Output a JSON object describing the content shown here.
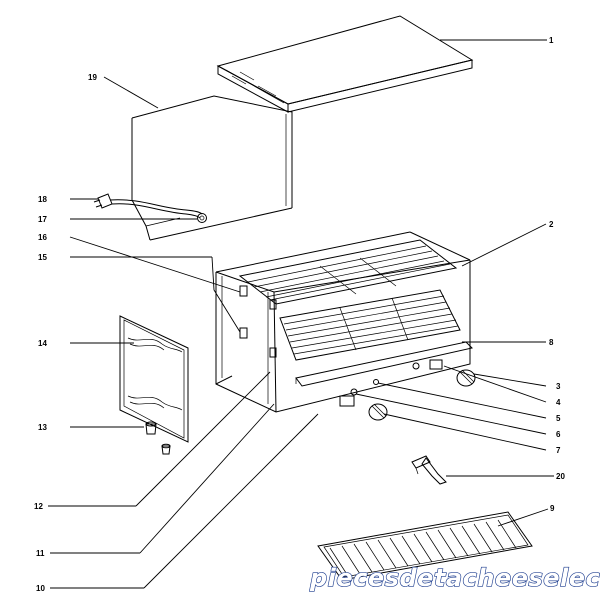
{
  "parts": [
    {
      "id": "p1",
      "label": "1"
    },
    {
      "id": "p2",
      "label": "2"
    },
    {
      "id": "p3",
      "label": "3"
    },
    {
      "id": "p4",
      "label": "4"
    },
    {
      "id": "p5",
      "label": "5"
    },
    {
      "id": "p6",
      "label": "6"
    },
    {
      "id": "p7",
      "label": "7"
    },
    {
      "id": "p8",
      "label": "8"
    },
    {
      "id": "p9",
      "label": "9"
    },
    {
      "id": "p10",
      "label": "10"
    },
    {
      "id": "p11",
      "label": "11"
    },
    {
      "id": "p12",
      "label": "12"
    },
    {
      "id": "p13",
      "label": "13"
    },
    {
      "id": "p14",
      "label": "14"
    },
    {
      "id": "p15",
      "label": "15"
    },
    {
      "id": "p16",
      "label": "16"
    },
    {
      "id": "p17",
      "label": "17"
    },
    {
      "id": "p18",
      "label": "18"
    },
    {
      "id": "p19",
      "label": "19"
    },
    {
      "id": "p20",
      "label": "20"
    }
  ],
  "watermark": {
    "text": "piecesdetacheeselec.com",
    "color": "#1d3d8f"
  }
}
